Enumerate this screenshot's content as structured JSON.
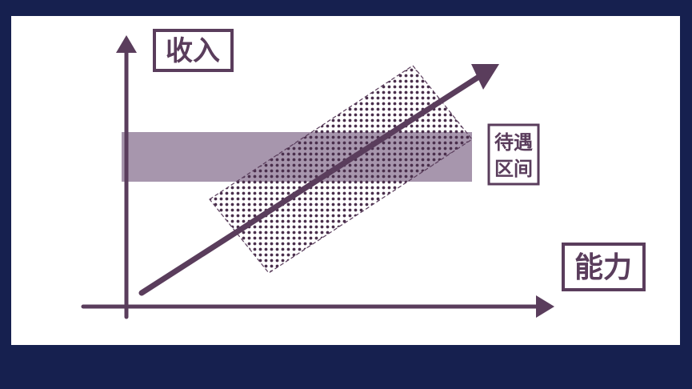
{
  "labels": {
    "y_axis": "收入",
    "x_axis": "能力",
    "band_line1": "待遇",
    "band_line2": "区间"
  },
  "colors": {
    "background": "#16204f",
    "panel": "#ffffff",
    "ink": "#5a3d5c",
    "band_fill": "#a796ad",
    "dots": "#4a2f4c"
  }
}
